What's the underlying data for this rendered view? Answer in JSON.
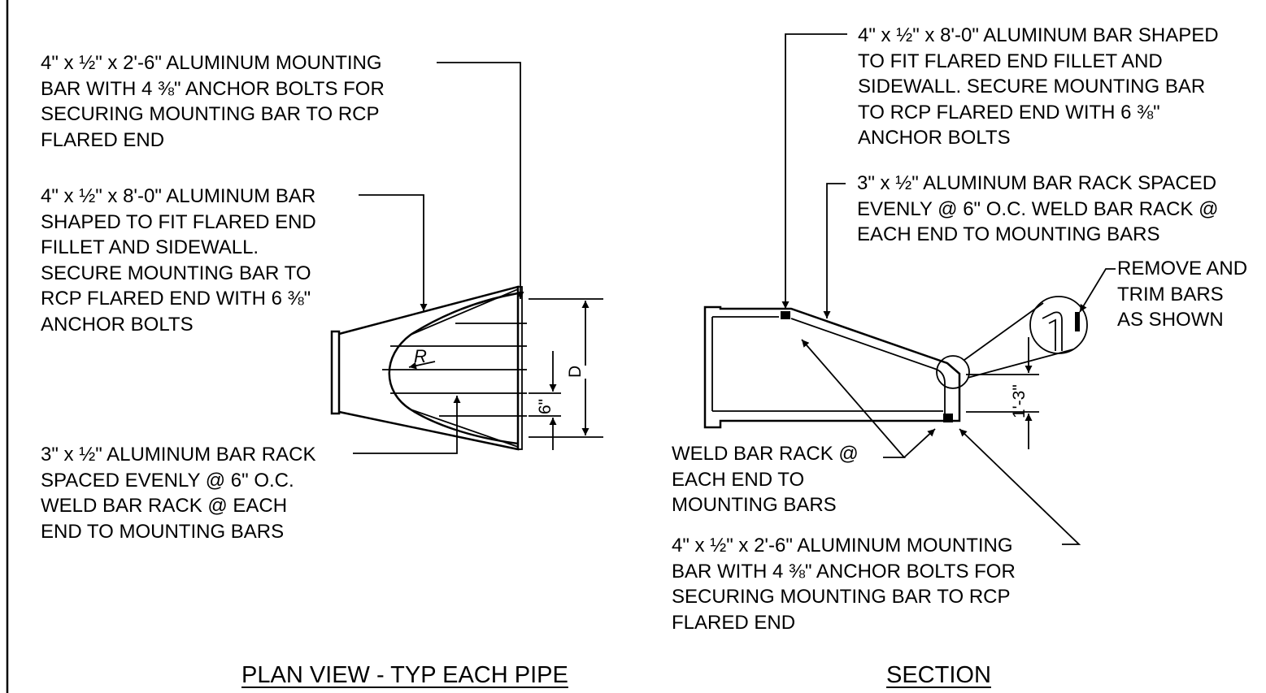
{
  "plan_view": {
    "title": "PLAN VIEW - TYP EACH PIPE",
    "note_mounting_bar": "4\" x ½\" x 2'-6\" ALUMINUM MOUNTING\nBAR WITH 4 ⅜\" ANCHOR BOLTS FOR\nSECURING MOUNTING BAR TO RCP\nFLARED END",
    "note_shaped_bar": "4\" x ½\" x 8'-0\" ALUMINUM BAR\nSHAPED TO FIT FLARED END\nFILLET AND SIDEWALL.\nSECURE MOUNTING BAR TO\nRCP FLARED END WITH 6 ⅜\"\nANCHOR BOLTS",
    "note_bar_rack": "3\" x ½\" ALUMINUM BAR RACK\nSPACED EVENLY @ 6\" O.C.\nWELD BAR RACK @ EACH\nEND TO MOUNTING BARS",
    "label_radius": "R",
    "dim_spacing": "6\"",
    "dim_diameter": "D"
  },
  "section_view": {
    "title": "SECTION",
    "note_shaped_bar": "4\" x ½\" x 8'-0\" ALUMINUM BAR SHAPED\nTO FIT FLARED END FILLET AND\nSIDEWALL. SECURE MOUNTING BAR\nTO RCP FLARED END WITH 6 ⅜\"\nANCHOR BOLTS",
    "note_bar_rack": "3\" x ½\" ALUMINUM BAR RACK SPACED\nEVENLY @ 6\" O.C. WELD BAR RACK @\nEACH END TO MOUNTING BARS",
    "note_trim": "REMOVE AND\nTRIM BARS\nAS SHOWN",
    "note_weld": "WELD BAR RACK @\nEACH END TO\nMOUNTING BARS",
    "note_mounting_bar": "4\" x ½\" x 2'-6\" ALUMINUM MOUNTING\nBAR WITH 4 ⅜\" ANCHOR BOLTS FOR\nSECURING MOUNTING BAR TO RCP\nFLARED END",
    "dim_height": "1'-3\""
  }
}
